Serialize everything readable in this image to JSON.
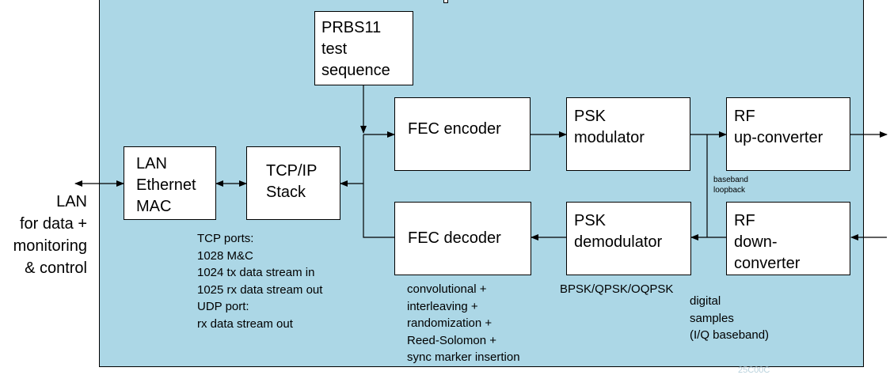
{
  "blocks": {
    "prbs": "PRBS11\ntest\nsequence",
    "fec_encoder": "FEC encoder",
    "psk_modulator": "PSK\nmodulator",
    "rf_up": "RF\nup-converter",
    "lan_mac": "LAN\nEthernet\nMAC",
    "tcpip": "TCP/IP\nStack",
    "fec_decoder": "FEC decoder",
    "psk_demodulator": "PSK\ndemodulator",
    "rf_down": "RF\ndown-\nconverter"
  },
  "labels": {
    "lan_external": "LAN\nfor data +\nmonitoring\n& control",
    "tcp_ports": "TCP ports:\n1028 M&C\n1024 tx data stream in\n1025 rx data stream out\nUDP port:\nrx data stream out",
    "fec_description": "convolutional +\ninterleaving +\nrandomization +\nReed-Solomon +\nsync marker insertion",
    "psk_types": "BPSK/QPSK/OQPSK",
    "baseband_loopback": "baseband\nloopback",
    "digital_samples": "digital\nsamples\n(I/Q baseband)",
    "watermark": "25C00C"
  }
}
